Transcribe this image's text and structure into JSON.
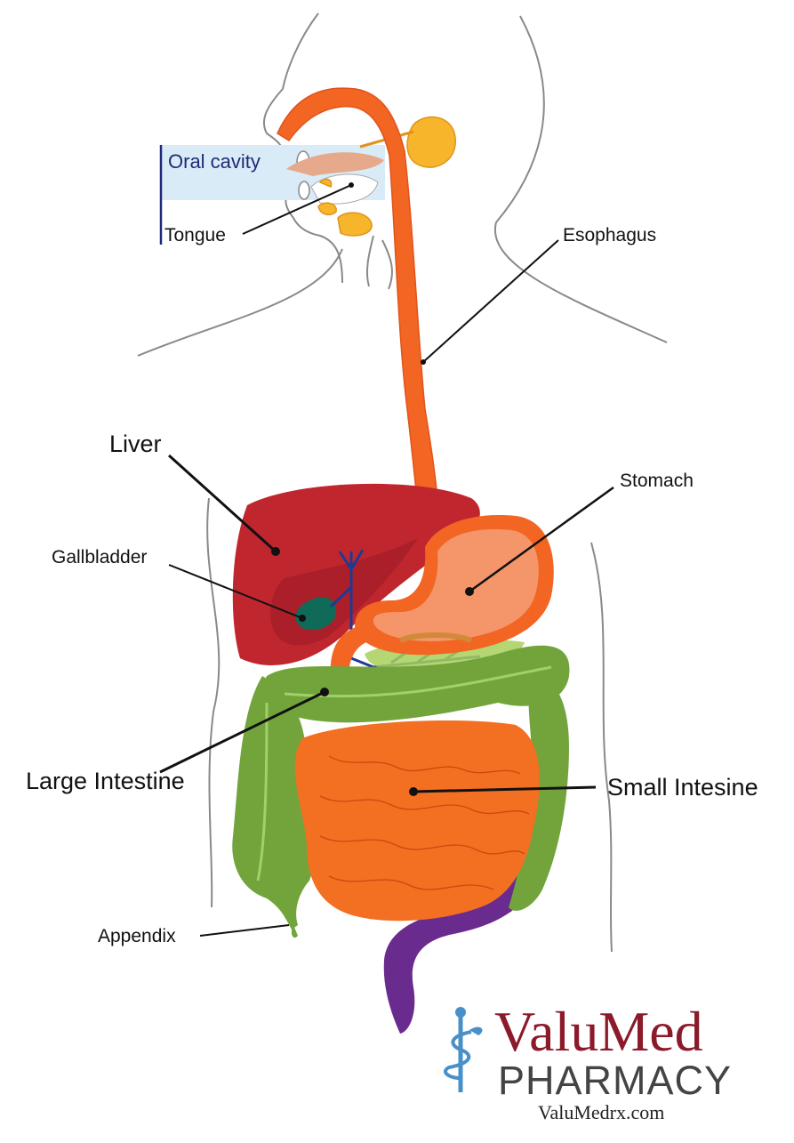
{
  "labels": {
    "oral_cavity": "Oral cavity",
    "tongue": "Tongue",
    "esophagus": "Esophagus",
    "liver": "Liver",
    "stomach": "Stomach",
    "gallbladder": "Gallbladder",
    "large_intestine": "Large Intestine",
    "small_intestine": "Small Intesine",
    "appendix": "Appendix"
  },
  "brand": {
    "name": "ValuMed",
    "subtitle": "PHARMACY",
    "url": "ValuMedrx.com"
  },
  "colors": {
    "esophagus": "#f26522",
    "stomach": "#f4956a",
    "liver": "#c0262e",
    "gallbladder": "#0f6b58",
    "bile_duct": "#1f3a93",
    "large_intestine": "#72a43b",
    "small_intestine": "#f36f21",
    "rectum": "#6a2b8e",
    "salivary_gland": "#f7b52c",
    "oral_highlight": "#d9ebf7",
    "brand_red": "#8b1a2b",
    "brand_gray": "#444444",
    "brand_blue": "#4a90c8"
  },
  "icons": {
    "brand_logo": "caduceus-icon"
  }
}
